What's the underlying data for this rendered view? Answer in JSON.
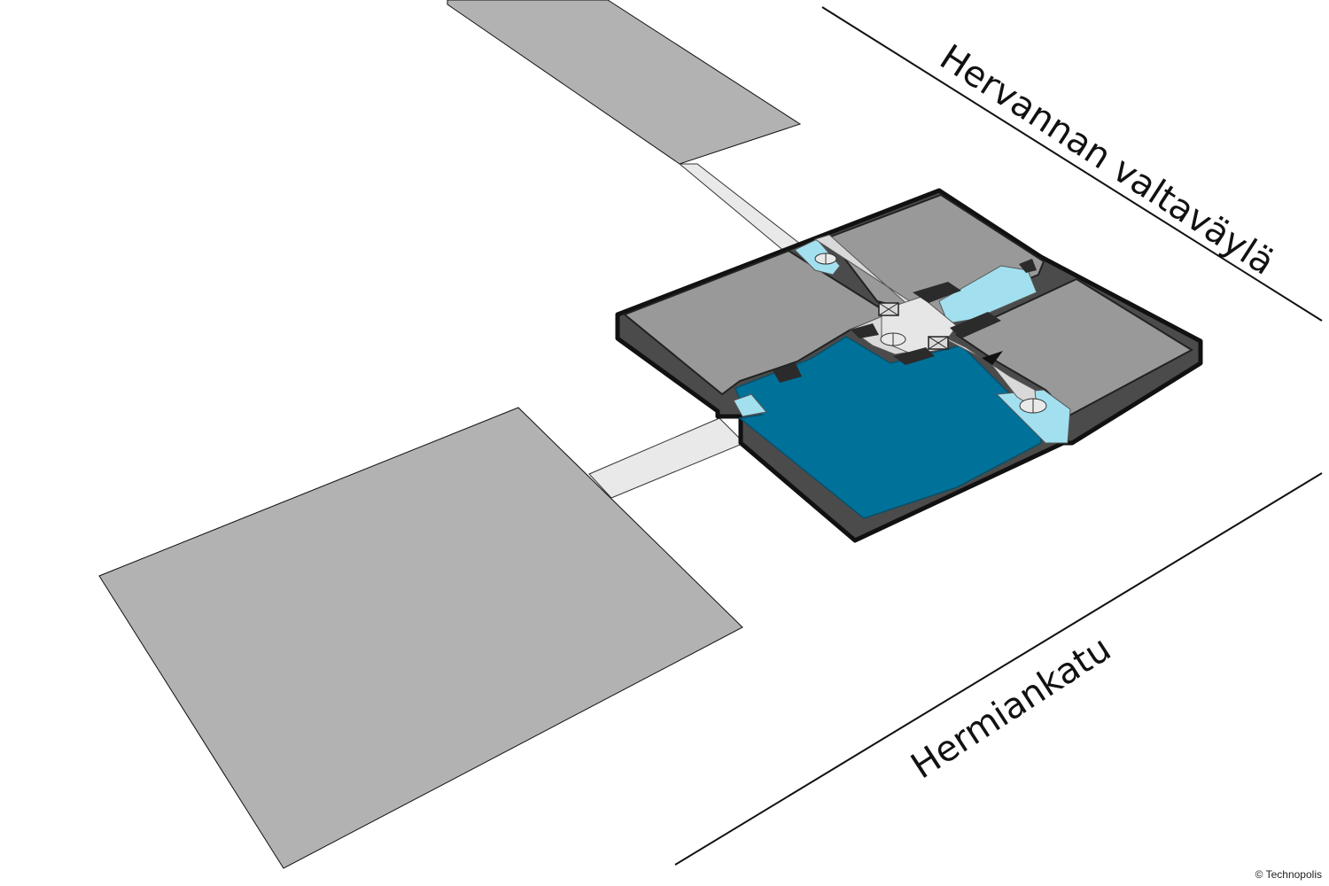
{
  "map": {
    "streets": {
      "north": "Hervannan valtaväylä",
      "south": "Hermiankatu"
    },
    "copyright": "© Technopolis"
  },
  "colors": {
    "background": "#ffffff",
    "other_building": "#b2b2b2",
    "walkway": "#e9e9e9",
    "building_top": "#999999",
    "building_wall": "#4b4b4b",
    "outline": "#111111",
    "highlighted_space": "#007199",
    "service_area": "#a2e0ef",
    "core": "#d9d9d9",
    "dark_block": "#2b2b2b"
  },
  "icons": [
    "entrance-arrow-icon",
    "elevator-icon",
    "stairs-icon"
  ]
}
